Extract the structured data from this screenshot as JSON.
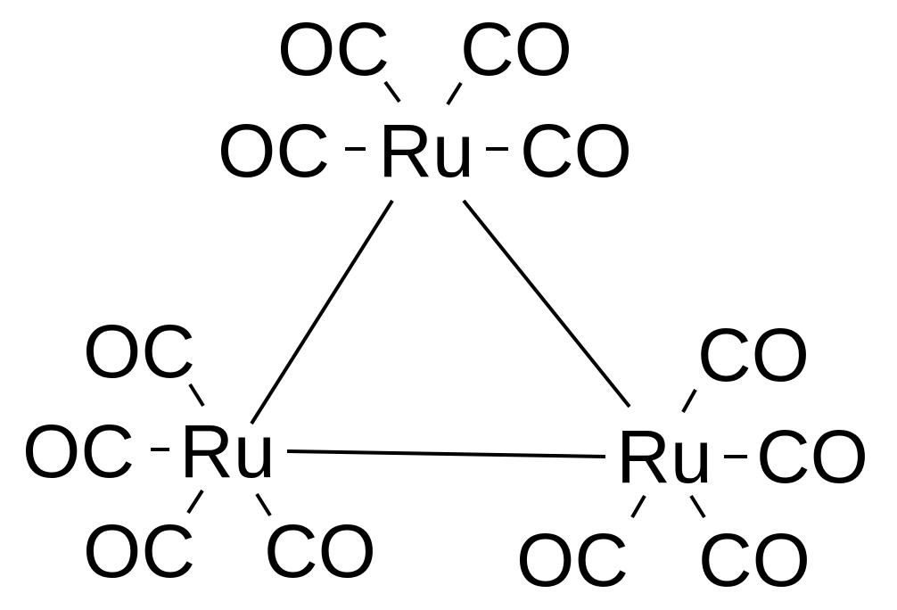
{
  "molecule": {
    "metal_symbol": "Ru",
    "ligands": {
      "oc": "OC",
      "co": "CO"
    }
  }
}
